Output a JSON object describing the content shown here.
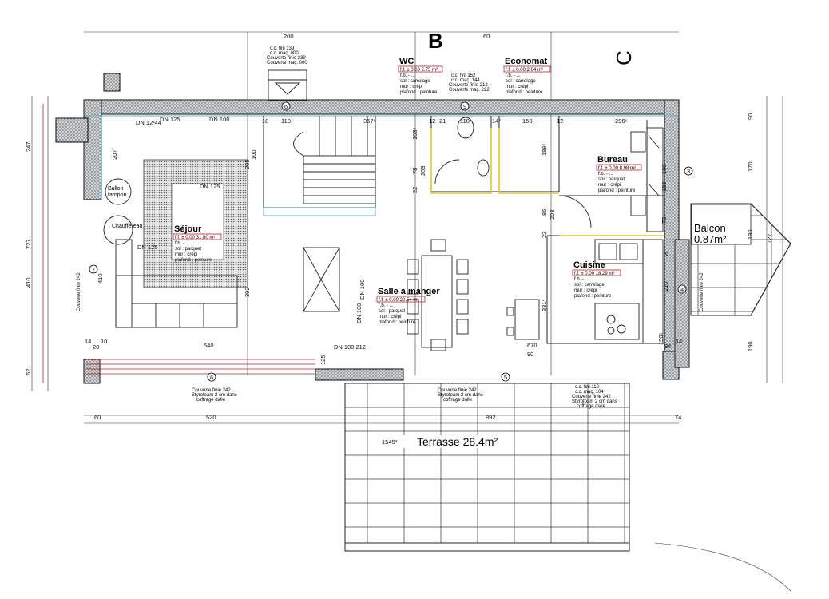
{
  "rooms": {
    "wc": {
      "name": "WC",
      "tf": "f.f. ± 0.00  2.75 m²",
      "fb": "f.b. - ...",
      "sol": "sol :  carrelage",
      "mur": "mur :  crépi",
      "plafond": "plafond :  peinture"
    },
    "economat": {
      "name": "Economat",
      "tf": "f.f. ± 0.00  2.04 m²",
      "fb": "f.b. - ...",
      "sol": "sol :  carrelage",
      "mur": "mur :  crépi",
      "plafond": "plafond :  peinture"
    },
    "bureau": {
      "name": "Bureau",
      "tf": "f.f. ± 0.00  8.98 m²",
      "fb": "f.b. - ...",
      "sol": "sol :  parquet",
      "mur": "mur :  crépi",
      "plafond": "plafond :  peinture"
    },
    "sejour": {
      "name": "Séjour",
      "tf": "f.f. ± 0.00  31.80 m²",
      "fb": "f.b. - ...",
      "sol": "sol :  parquet",
      "mur": "mur :  crépi",
      "plafond": "plafond :  peinture"
    },
    "salle": {
      "name": "Salle à manger",
      "tf": "f.f. ± 0.00  20.54 m²",
      "fb": "f.b. - ...",
      "sol": "sol :  parquet",
      "mur": "mur :  crépi",
      "plafond": "plafond :  peinture"
    },
    "cuisine": {
      "name": "Cuisine",
      "tf": "f.f. ± 0.00  18.29 m²",
      "fb": "f.b. - ...",
      "sol": "sol :  carrelage",
      "mur": "mur :  crépi",
      "plafond": "plafond :  peinture"
    }
  },
  "exterior": {
    "balcon_name": "Balcon",
    "balcon_area": "0.87m²",
    "terrasse": "Terrasse 28.4m²",
    "terrasse_level": "1545³"
  },
  "axes": {
    "b": "B",
    "c": "C"
  },
  "equipment": {
    "ballon1": "Ballon",
    "ballon2": "tampon",
    "chauffe": "Chauffe-eau"
  },
  "notes": {
    "top_left_1": "c.c. fini 139",
    "top_left_2": "c.c. maç. 000",
    "top_left_3": "Couverte finie 239",
    "top_left_4": "Couverte maç. 000",
    "wc_1": "c.c. fini 152",
    "wc_2": "c.c. maç. 144",
    "wc_3": "Couverte finie 212",
    "wc_4": "Couverte maç. 222",
    "bot_left_1": "Couverte finie 242",
    "bot_left_2": "Styrofoam 2 cm dans",
    "bot_left_3": "coffrage dalle",
    "bot_mid_1": "Couverte finie 242",
    "bot_mid_2": "Styrofoam 2 cm dans",
    "bot_mid_3": "coffrage dalle",
    "bot_right_1": "c.c. fini 112",
    "bot_right_2": "c.c. maç. 104",
    "bot_right_3": "Couverte finie 242",
    "bot_right_4": "Styrofoam 2 cm dans",
    "bot_right_5": "coffrage dalle",
    "side_left": "Couverte finie 242",
    "side_right": "Couverte finie 242"
  },
  "marks": {
    "m6_top": "6",
    "m9": "9",
    "m3": "3",
    "m4": "4",
    "m5": "5",
    "m6_bot": "6",
    "m7": "7"
  },
  "dn": {
    "dn1": "DN 125",
    "dn2": "DN 12²44",
    "dn3": "DN 100",
    "dn4": "DN 125",
    "dn5": "DN 100",
    "dn6": "DN 100",
    "dn7": "DN 100 212",
    "dn8": "DN 125"
  },
  "dims": {
    "d200": "200",
    "d60": "60",
    "d18": "18",
    "d110": "110",
    "d367": "367⁵",
    "d12a": "12",
    "d21": "21",
    "d110b": "110",
    "d14a": "14²",
    "d150": "150",
    "d12b": "12",
    "d296": "296⁵",
    "d247": "247",
    "d727": "727",
    "d410": "410",
    "d62": "62",
    "d410b": "410",
    "d540": "540",
    "d670": "670",
    "d90": "90",
    "d125": "125",
    "d20": "20",
    "d10": "10",
    "d14b": "14",
    "d60b": "60",
    "d520": "520",
    "d892": "892",
    "d74": "74",
    "d90r": "90",
    "d170": "170",
    "d727r": "727",
    "d190": "190",
    "d130": "130",
    "d210": "210",
    "d150v": "150⁵",
    "d34": "34",
    "d14c": "14",
    "d103": "103⁵",
    "d78": "78",
    "d203": "203",
    "d22": "22",
    "d189": "189⁵",
    "d86": "86",
    "d203b": "203",
    "d22b": "22",
    "d392": "392",
    "d100": "100",
    "d205": "205",
    "d207": "207",
    "d180": "180",
    "d180b": "180",
    "d73": "73",
    "d6": "6",
    "d331": "331⁵"
  }
}
